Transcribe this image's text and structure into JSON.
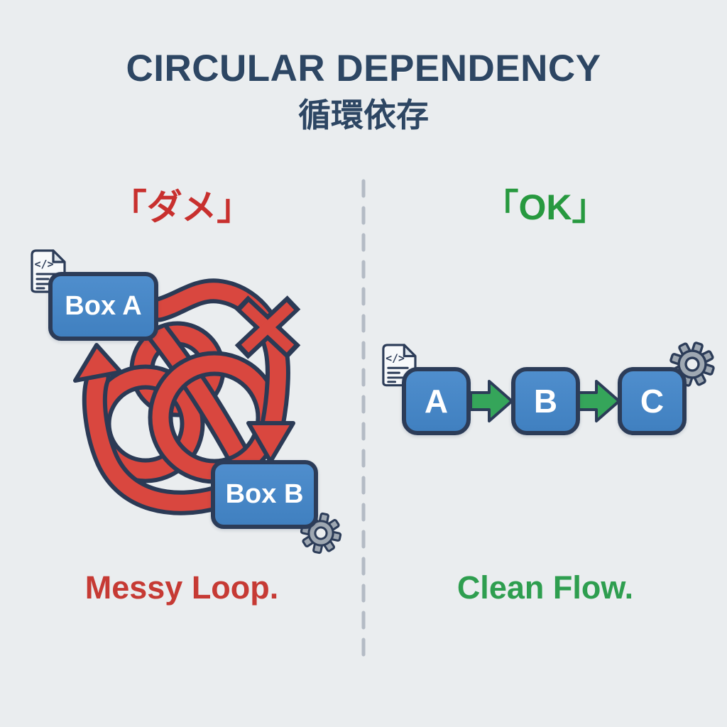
{
  "title": {
    "main": "CIRCULAR DEPENDENCY",
    "subtitle": "循環依存"
  },
  "left_panel": {
    "header": "「ダメ」",
    "caption": "Messy Loop.",
    "box_a_label": "Box A",
    "box_b_label": "Box B"
  },
  "right_panel": {
    "header": "「OK」",
    "caption": "Clean Flow.",
    "box_labels": [
      "A",
      "B",
      "C"
    ]
  },
  "icons": {
    "code_file_glyph": "</>",
    "left_box_a_icon": "code-file-icon",
    "left_box_b_icon": "gear-icon",
    "right_box_a_icon": "code-file-icon",
    "right_box_c_icon": "gear-icon",
    "fail_mark": "x-mark-icon"
  },
  "colors": {
    "background": "#eaedef",
    "title_navy": "#2d4663",
    "outline_navy": "#2c3c58",
    "tangle_red": "#d9473f",
    "red_text": "#c63a34",
    "header_red": "#c8302e",
    "flow_green": "#35a55a",
    "green_text": "#2e9e4f",
    "box_blue": "#4080c0",
    "divider_gray": "#b4bbc5",
    "gear_gray": "#9fa8b2",
    "doc_fill": "#f7f9fb"
  }
}
